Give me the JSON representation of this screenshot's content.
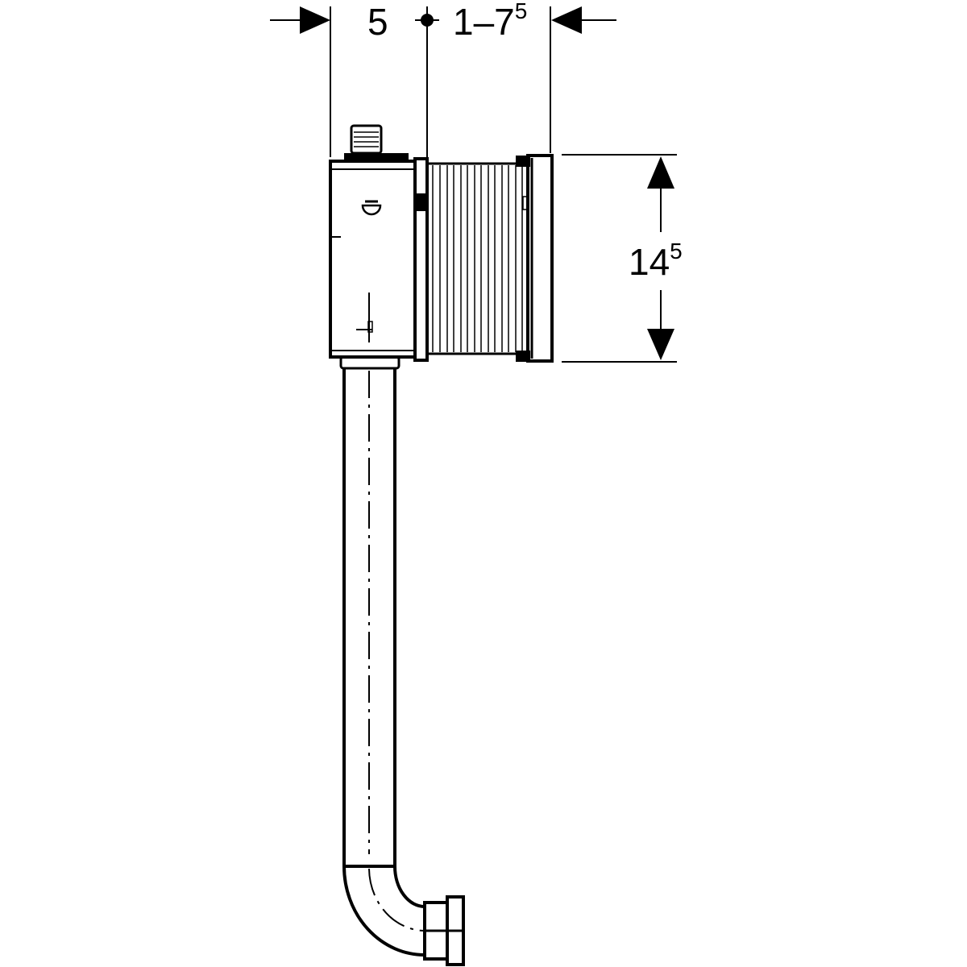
{
  "dimensions": {
    "left_depth": "5",
    "adjust_range_main": "1–7",
    "adjust_range_sup": "5",
    "height_main": "14",
    "height_sup": "5"
  },
  "colors": {
    "line": "#000000",
    "background": "#ffffff"
  }
}
